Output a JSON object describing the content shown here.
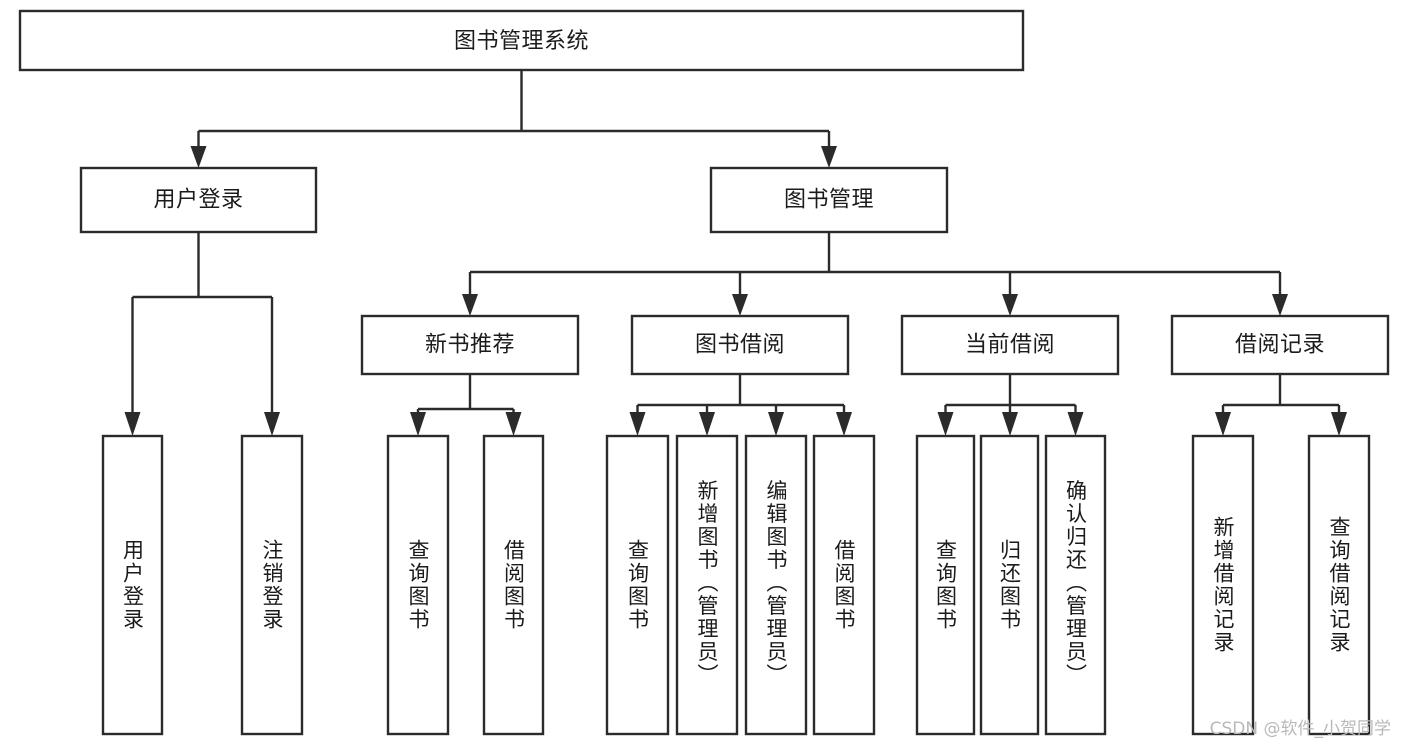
{
  "diagram": {
    "title": "图书管理系统",
    "type": "tree-hierarchy",
    "watermark": "CSDN @软件_小贺同学",
    "colors": {
      "stroke": "#2b2b2b",
      "fill": "#ffffff",
      "text": "#1b1b1b",
      "watermark": "#b9b9b9",
      "background": "#ffffff"
    },
    "root": {
      "label": "图书管理系统"
    },
    "level1": [
      {
        "label": "用户登录"
      },
      {
        "label": "图书管理"
      }
    ],
    "level2": [
      {
        "label": "新书推荐"
      },
      {
        "label": "图书借阅"
      },
      {
        "label": "当前借阅"
      },
      {
        "label": "借阅记录"
      }
    ],
    "leaves": {
      "user_login": [
        {
          "label": "用户登录"
        },
        {
          "label": "注销登录"
        }
      ],
      "new_book_recommend": [
        {
          "label": "查询图书"
        },
        {
          "label": "借阅图书"
        }
      ],
      "book_borrow": [
        {
          "label": "查询图书"
        },
        {
          "label": "新增图书（管理员）"
        },
        {
          "label": "编辑图书（管理员）"
        },
        {
          "label": "借阅图书"
        }
      ],
      "current_borrow": [
        {
          "label": "查询图书"
        },
        {
          "label": "归还图书"
        },
        {
          "label": "确认归还（管理员）"
        }
      ],
      "borrow_record": [
        {
          "label": "新增借阅记录"
        },
        {
          "label": "查询借阅记录"
        }
      ]
    }
  }
}
